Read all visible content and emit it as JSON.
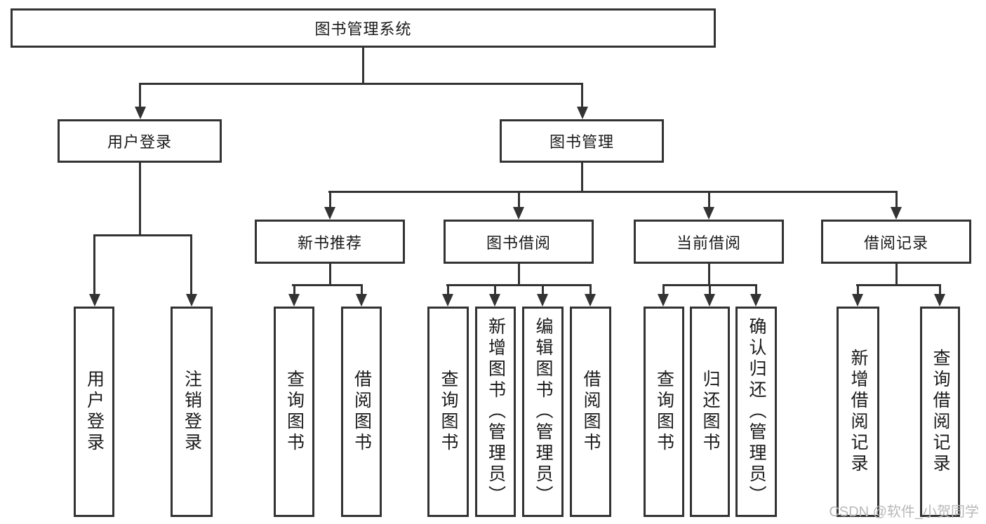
{
  "diagram_title": "图书管理系统",
  "nodes": {
    "root": {
      "label": "图书管理系统"
    },
    "user_login": {
      "label": "用户登录"
    },
    "book_management": {
      "label": "图书管理"
    },
    "new_book_recommend": {
      "label": "新书推荐"
    },
    "book_borrowing": {
      "label": "图书借阅"
    },
    "current_borrowing": {
      "label": "当前借阅"
    },
    "borrowing_records": {
      "label": "借阅记录"
    },
    "login": {
      "label": "用户登录"
    },
    "logout": {
      "label": "注销登录"
    },
    "nbr_query_books": {
      "label": "查询图书"
    },
    "nbr_borrow_books": {
      "label": "借阅图书"
    },
    "bb_query_books": {
      "label": "查询图书"
    },
    "bb_add_books_admin": {
      "label": "新增图书（管理员）"
    },
    "bb_edit_books_admin": {
      "label": "编辑图书（管理员）"
    },
    "bb_borrow_books": {
      "label": "借阅图书"
    },
    "cb_query_books": {
      "label": "查询图书"
    },
    "cb_return_books": {
      "label": "归还图书"
    },
    "cb_confirm_return_admin": {
      "label": "确认归还（管理员）"
    },
    "br_add_record": {
      "label": "新增借阅记录"
    },
    "br_query_record": {
      "label": "查询借阅记录"
    }
  },
  "watermark": {
    "text": "CSDN @软件_小贺同学"
  },
  "colors": {
    "line": "#333333",
    "text": "#1a1a1a",
    "background": "#ffffff",
    "watermark": "#b8b8b8"
  }
}
